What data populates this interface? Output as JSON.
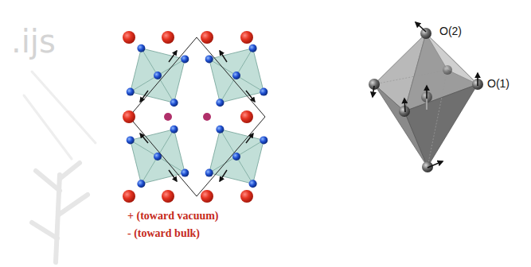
{
  "diagram": {
    "labels": [
      ".ijs",
      "+ (toward vacuum)",
      "- (toward bulk)",
      "O(2)",
      "O(1)"
    ]
  }
}
